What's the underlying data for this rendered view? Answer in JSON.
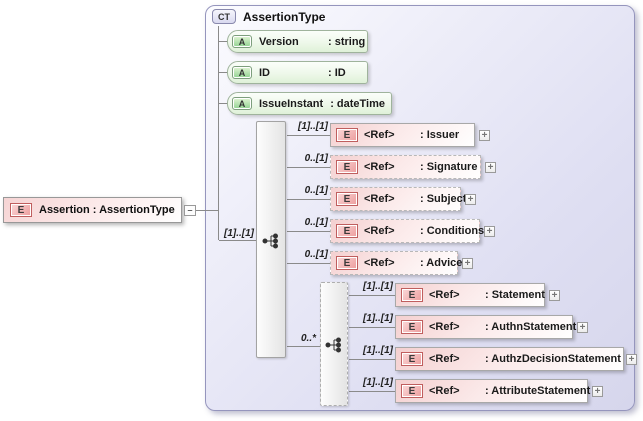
{
  "diagram": {
    "root": {
      "badge": "E",
      "label": "Assertion : AssertionType",
      "collapse": "–"
    },
    "complex_type": {
      "badge": "CT",
      "title": "AssertionType"
    },
    "attributes": [
      {
        "badge": "A",
        "name": "Version",
        "type": ": string"
      },
      {
        "badge": "A",
        "name": "ID",
        "type": ": ID"
      },
      {
        "badge": "A",
        "name": "IssueInstant",
        "type": ": dateTime"
      }
    ],
    "sequence": {
      "cardinality": "[1]..[1]"
    },
    "elements": [
      {
        "cardinality": "[1]..[1]",
        "badge": "E",
        "ref": "<Ref>",
        "name": ": Issuer",
        "expand": "+"
      },
      {
        "cardinality": "0..[1]",
        "badge": "E",
        "ref": "<Ref>",
        "name": ": Signature",
        "expand": "+"
      },
      {
        "cardinality": "0..[1]",
        "badge": "E",
        "ref": "<Ref>",
        "name": ": Subject",
        "expand": "+"
      },
      {
        "cardinality": "0..[1]",
        "badge": "E",
        "ref": "<Ref>",
        "name": ": Conditions",
        "expand": "+"
      },
      {
        "cardinality": "0..[1]",
        "badge": "E",
        "ref": "<Ref>",
        "name": ": Advice",
        "expand": "+"
      }
    ],
    "choice": {
      "cardinality": "0..*"
    },
    "statements": [
      {
        "cardinality": "[1]..[1]",
        "badge": "E",
        "ref": "<Ref>",
        "name": ": Statement",
        "expand": "+"
      },
      {
        "cardinality": "[1]..[1]",
        "badge": "E",
        "ref": "<Ref>",
        "name": ": AuthnStatement",
        "expand": "+"
      },
      {
        "cardinality": "[1]..[1]",
        "badge": "E",
        "ref": "<Ref>",
        "name": ": AuthzDecisionStatement",
        "expand": "+"
      },
      {
        "cardinality": "[1]..[1]",
        "badge": "E",
        "ref": "<Ref>",
        "name": ": AttributeStatement",
        "expand": "+"
      }
    ]
  }
}
